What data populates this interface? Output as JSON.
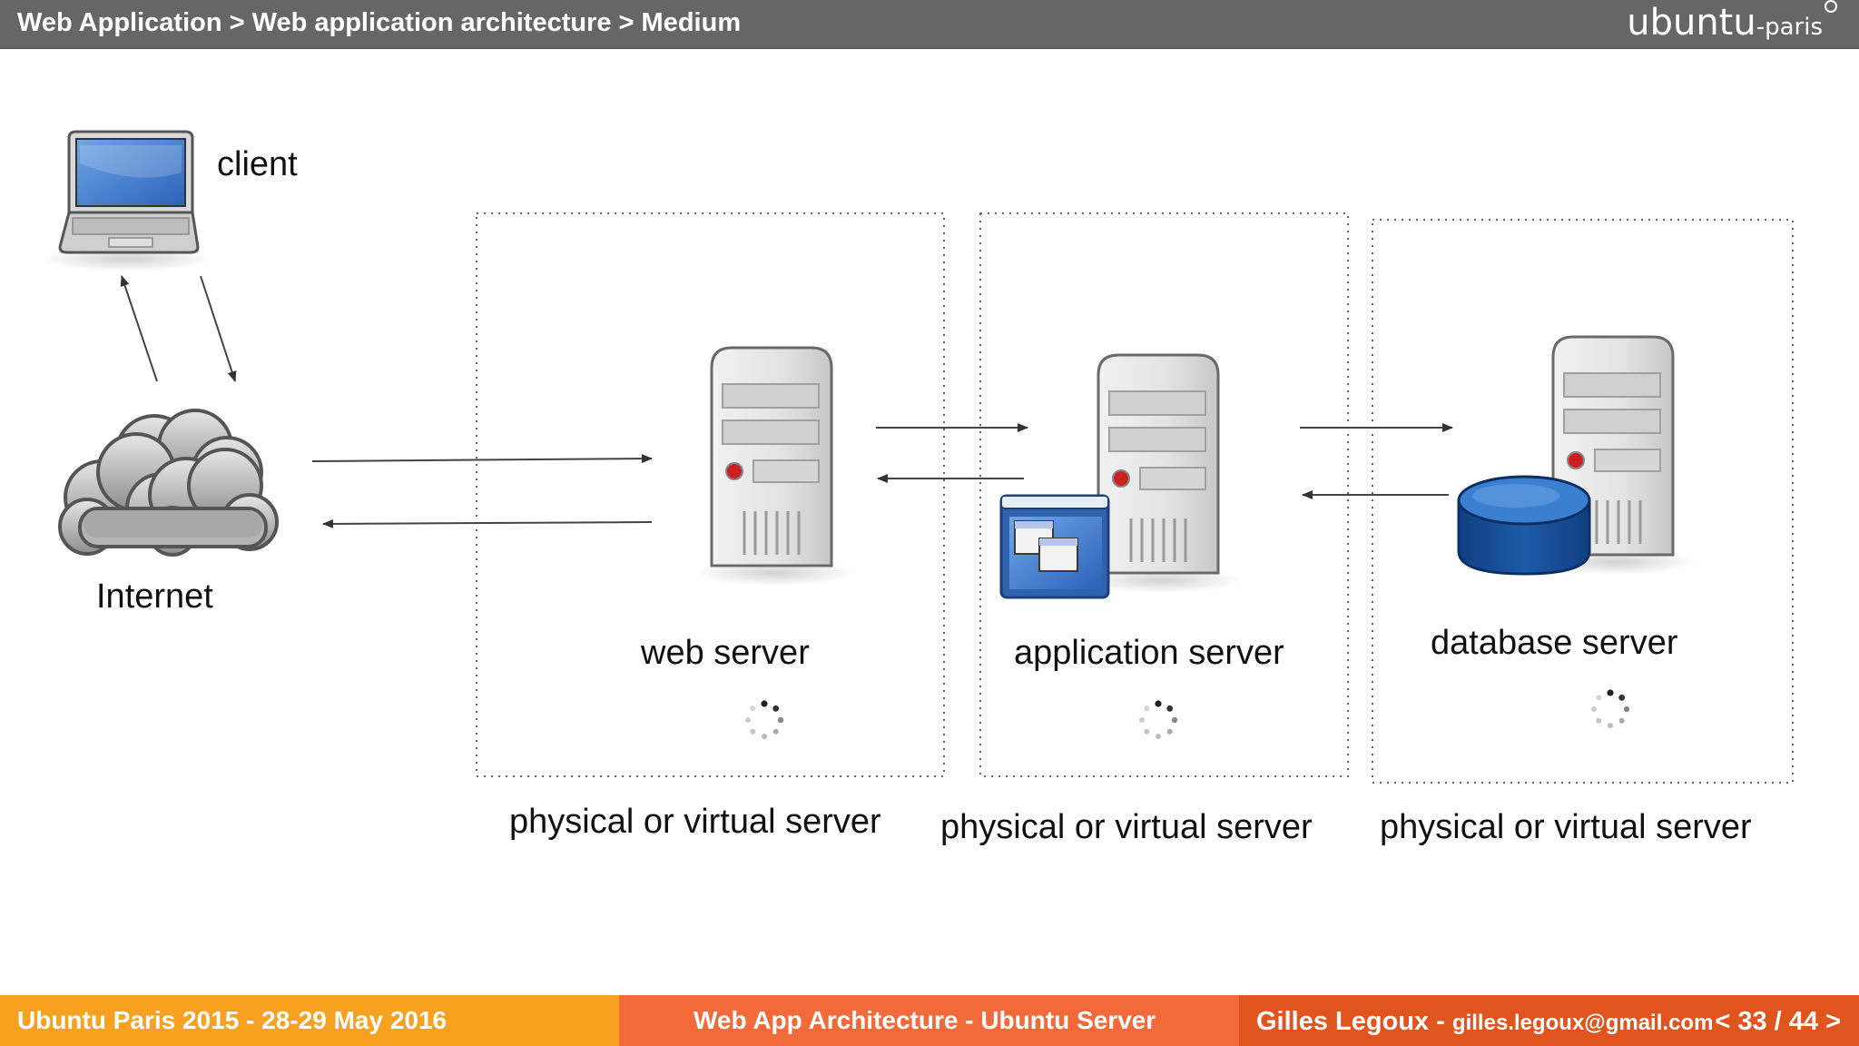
{
  "header": {
    "breadcrumb": "Web Application > Web application architecture > Medium",
    "brand_word": "ubuntu",
    "brand_suffix": "-paris"
  },
  "diagram": {
    "client_label": "client",
    "internet_label": "Internet",
    "web_server_label": "web server",
    "app_server_label": "application server",
    "db_server_label": "database server",
    "box1_caption": "physical or virtual server",
    "box2_caption": "physical or virtual server",
    "box3_caption": "physical or virtual server"
  },
  "footer": {
    "event": "Ubuntu Paris 2015 - 28-29 May 2016",
    "talk": "Web App Architecture - Ubuntu Server",
    "author": "Gilles Legoux - ",
    "email": "gilles.legoux@gmail.com",
    "page": "< 33 / 44 >"
  },
  "colors": {
    "topbar": "#666666",
    "footer_left": "#f7a121",
    "footer_mid": "#f26a3a",
    "footer_right": "#e0541e",
    "database": "#1e5aa8",
    "window_icon": "#3d6fb5"
  }
}
